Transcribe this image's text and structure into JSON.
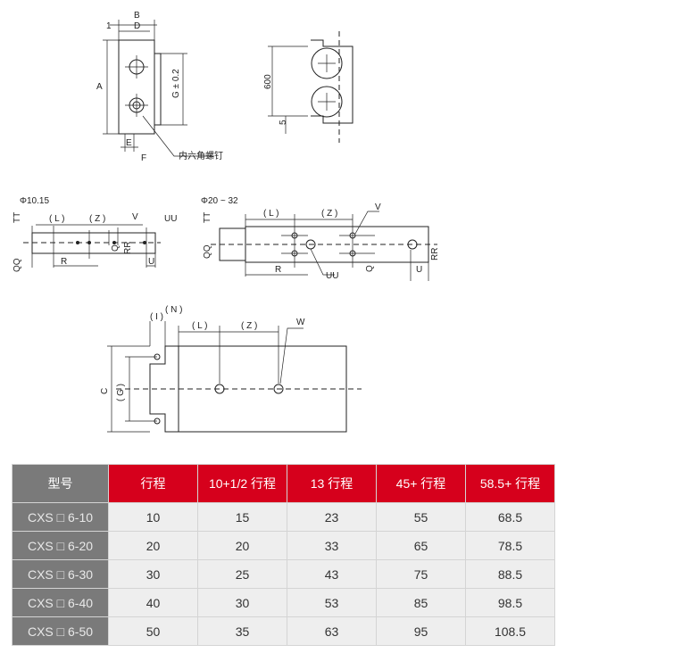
{
  "drawing_top_left": {
    "labels": {
      "b": "B",
      "d": "D",
      "one": "1",
      "a": "A",
      "g": "G ± 0.2",
      "e": "E",
      "f": "F",
      "screw": "内六角螺钉"
    }
  },
  "drawing_top_right": {
    "labels": {
      "six_hundred": "600",
      "five": "5"
    }
  },
  "drawing_phi10": {
    "title": "Φ10.15",
    "labels": {
      "tt": "TT",
      "l": "( L )",
      "z": "( Z )",
      "v": "V",
      "uu": "UU",
      "qq": "QQ",
      "r": "R",
      "q": "Q",
      "rr": "RR",
      "u": "U"
    }
  },
  "drawing_phi20": {
    "title": "Φ20 ~ 32",
    "labels": {
      "tt": "TT",
      "l": "( L )",
      "z": "( Z )",
      "v": "V",
      "uu": "UU",
      "qq": "QQ",
      "r": "R",
      "q": "Q",
      "rr": "RR",
      "u": "U"
    }
  },
  "drawing_bottom": {
    "labels": {
      "i": "( I )",
      "n": "( N )",
      "l": "( L )",
      "z": "( Z )",
      "w": "W",
      "c": "C",
      "g": "( G )"
    }
  },
  "table": {
    "headers": [
      "型号",
      "行程",
      "10+1/2 行程",
      "13 行程",
      "45+ 行程",
      "58.5+ 行程"
    ],
    "rows": [
      [
        "CXS □ 6-10",
        "10",
        "15",
        "23",
        "55",
        "68.5"
      ],
      [
        "CXS □ 6-20",
        "20",
        "20",
        "33",
        "65",
        "78.5"
      ],
      [
        "CXS □ 6-30",
        "30",
        "25",
        "43",
        "75",
        "88.5"
      ],
      [
        "CXS □ 6-40",
        "40",
        "30",
        "53",
        "85",
        "98.5"
      ],
      [
        "CXS □ 6-50",
        "50",
        "35",
        "63",
        "95",
        "108.5"
      ]
    ]
  }
}
